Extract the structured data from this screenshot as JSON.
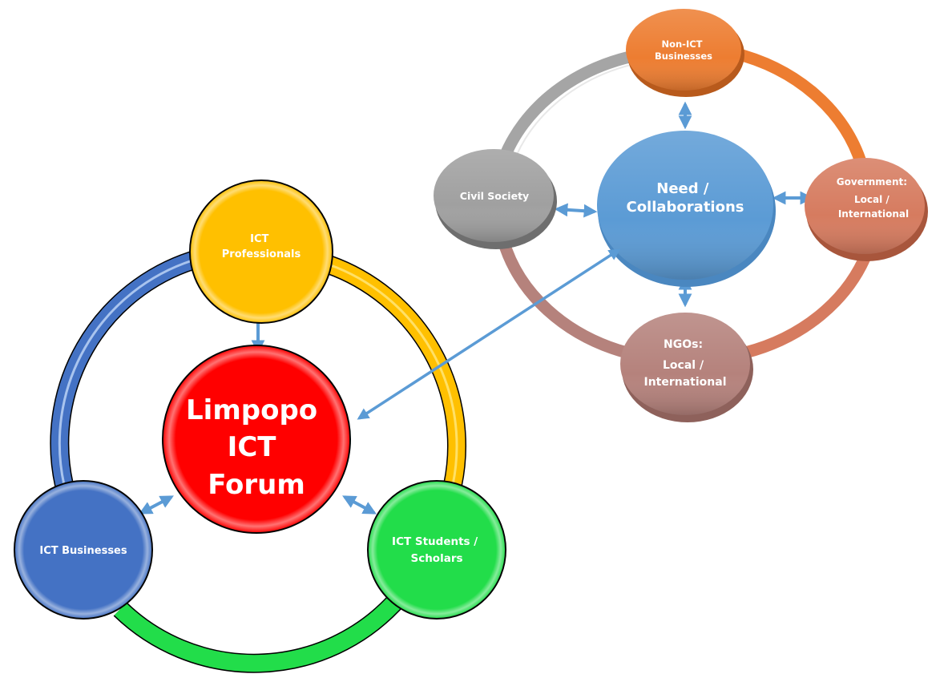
{
  "diagram": {
    "left_cluster": {
      "center": {
        "id": "limpopo",
        "lines": [
          "Limpopo",
          "ICT",
          "Forum"
        ],
        "color": "#FF0000"
      },
      "nodes": [
        {
          "id": "professionals",
          "lines": [
            "ICT",
            "Professionals"
          ],
          "color": "#FFC000"
        },
        {
          "id": "businesses",
          "lines": [
            "ICT Businesses"
          ],
          "color": "#4472C4"
        },
        {
          "id": "students",
          "lines": [
            "ICT Students /",
            "Scholars"
          ],
          "color": "#22DD4A"
        }
      ],
      "ring_segments": [
        {
          "from": "professionals",
          "to": "students",
          "color": "#FFC000"
        },
        {
          "from": "businesses",
          "to": "professionals",
          "color": "#4472C4"
        },
        {
          "from": "students",
          "to": "businesses",
          "color": "#22DD4A"
        }
      ]
    },
    "right_cluster": {
      "center": {
        "id": "need",
        "lines": [
          "Need /",
          "Collaborations"
        ],
        "color": "#5B9BD5"
      },
      "nodes": [
        {
          "id": "non-ict",
          "lines": [
            "Non-ICT",
            "Businesses"
          ],
          "color": "#ED7D31"
        },
        {
          "id": "government",
          "lines": [
            "Government:",
            "Local /",
            "International"
          ],
          "color": "#D67B5F"
        },
        {
          "id": "ngos",
          "lines": [
            "NGOs:",
            "Local  /",
            "International"
          ],
          "color": "#B5827C"
        },
        {
          "id": "civil",
          "lines": [
            "Civil Society"
          ],
          "color": "#A0A0A0"
        }
      ],
      "ring_segments": [
        {
          "from": "civil",
          "to": "non-ict",
          "color": "#A5A5A5"
        },
        {
          "from": "non-ict",
          "to": "government",
          "color": "#ED7D31"
        },
        {
          "from": "government",
          "to": "ngos",
          "color": "#D67B5F"
        },
        {
          "from": "ngos",
          "to": "civil",
          "color": "#B5827C"
        }
      ]
    },
    "connectors": [
      {
        "from": "limpopo",
        "to": "professionals",
        "type": "bidirectional"
      },
      {
        "from": "limpopo",
        "to": "businesses",
        "type": "bidirectional"
      },
      {
        "from": "limpopo",
        "to": "students",
        "type": "bidirectional"
      },
      {
        "from": "need",
        "to": "non-ict",
        "type": "bidirectional"
      },
      {
        "from": "need",
        "to": "government",
        "type": "bidirectional"
      },
      {
        "from": "need",
        "to": "ngos",
        "type": "bidirectional"
      },
      {
        "from": "need",
        "to": "civil",
        "type": "bidirectional"
      },
      {
        "from": "limpopo",
        "to": "need",
        "type": "bidirectional"
      }
    ],
    "arrow_color": "#5B9BD5"
  }
}
